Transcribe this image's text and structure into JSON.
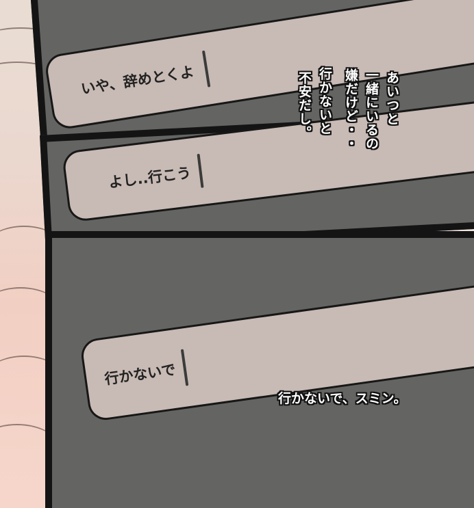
{
  "panels": {
    "top": {
      "input_text": "いや、辞めとくよ",
      "narration_lines": [
        "あいつと",
        "一緒にいるの",
        "嫌だけど・・",
        "行かないと",
        "不安だし。"
      ]
    },
    "middle": {
      "input_text": "よし..行こう"
    },
    "bottom": {
      "input_text": "行かないで",
      "narration": "行かないで、スミン。"
    }
  },
  "colors": {
    "panel_gray": "#646462",
    "input_bar": "#c8bab4",
    "border": "#141414",
    "skin": "#f2cfc3"
  }
}
